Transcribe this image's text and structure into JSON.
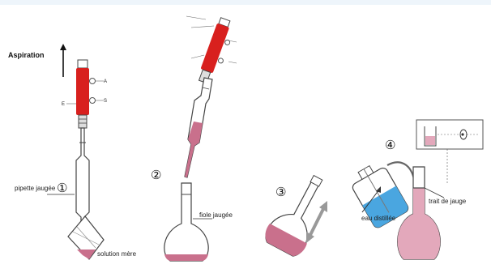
{
  "colors": {
    "pipetter": "#d8201e",
    "solution": "#c9708c",
    "solution_light": "#e3a8bb",
    "water": "#4aa6e0",
    "glass": "#444444"
  },
  "steps": [
    {
      "number": "①",
      "label_direction": "Aspiration",
      "label_pipette": "pipette jaugée",
      "label_solution": "solution mère"
    },
    {
      "number": "②",
      "label_flask": "fiole jaugée"
    },
    {
      "number": "③"
    },
    {
      "number": "④",
      "label_water": "eau distillée",
      "label_mark": "trait de jauge"
    }
  ]
}
